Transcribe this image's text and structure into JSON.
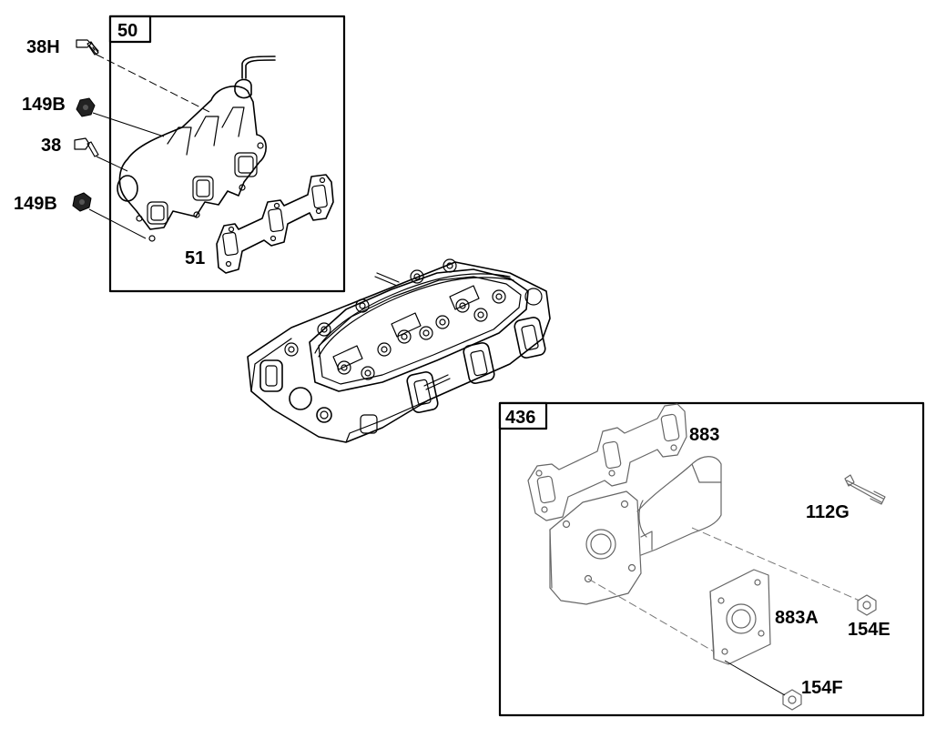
{
  "diagram": {
    "groups": [
      {
        "id": "group-50",
        "box_label": "50"
      },
      {
        "id": "group-436",
        "box_label": "436"
      }
    ],
    "parts": {
      "p38H": "38H",
      "p149B_top": "149B",
      "p38": "38",
      "p149B_bottom": "149B",
      "p51": "51",
      "p883": "883",
      "p112G": "112G",
      "p883A": "883A",
      "p154E": "154E",
      "p154F": "154F"
    }
  }
}
